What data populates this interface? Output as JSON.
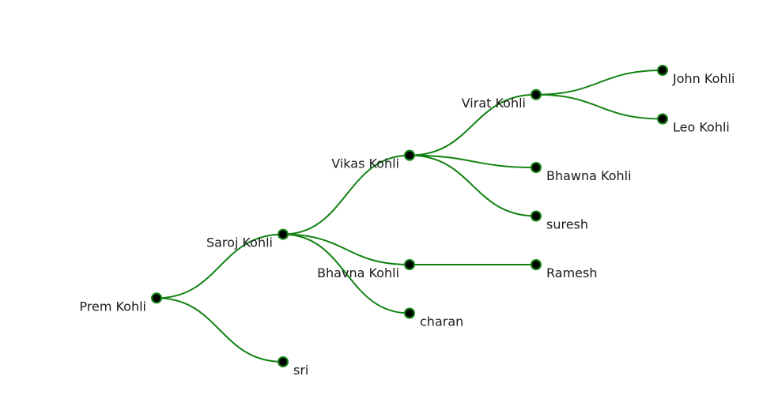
{
  "tree": {
    "link_color": "#118211",
    "node_fill": "#000000",
    "node_stroke": "#118211",
    "nodes": [
      {
        "id": "prem",
        "label": "Prem Kohli",
        "parent": null,
        "depth": 0,
        "label_side": "left"
      },
      {
        "id": "saroj",
        "label": "Saroj Kohli",
        "parent": "prem",
        "depth": 1,
        "label_side": "left"
      },
      {
        "id": "sri",
        "label": "sri",
        "parent": "prem",
        "depth": 1,
        "label_side": "right"
      },
      {
        "id": "vikas",
        "label": "Vikas Kohli",
        "parent": "saroj",
        "depth": 2,
        "label_side": "left"
      },
      {
        "id": "bhavna1",
        "label": "Bhavna Kohli",
        "parent": "saroj",
        "depth": 2,
        "label_side": "left"
      },
      {
        "id": "charan",
        "label": "charan",
        "parent": "saroj",
        "depth": 2,
        "label_side": "right"
      },
      {
        "id": "virat",
        "label": "Virat Kohli",
        "parent": "vikas",
        "depth": 3,
        "label_side": "left"
      },
      {
        "id": "bhavna2",
        "label": "Bhawna Kohli",
        "parent": "vikas",
        "depth": 3,
        "label_side": "right"
      },
      {
        "id": "suresh",
        "label": "suresh",
        "parent": "vikas",
        "depth": 3,
        "label_side": "right"
      },
      {
        "id": "ramesh",
        "label": "Ramesh",
        "parent": "bhavna1",
        "depth": 3,
        "label_side": "right"
      },
      {
        "id": "john",
        "label": "John Kohli",
        "parent": "virat",
        "depth": 4,
        "label_side": "right"
      },
      {
        "id": "leo",
        "label": "Leo Kohli",
        "parent": "virat",
        "depth": 4,
        "label_side": "right"
      }
    ]
  }
}
